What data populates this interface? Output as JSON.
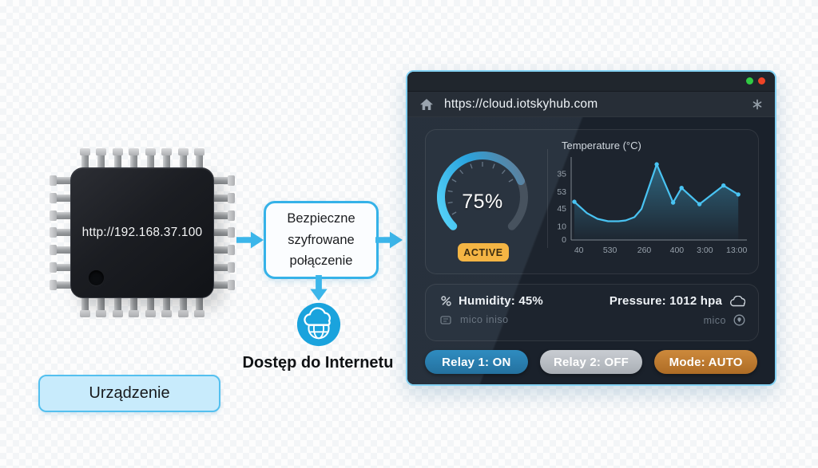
{
  "diagram": {
    "device": {
      "url": "http://192.168.37.100",
      "label": "Urządzenie"
    },
    "connection_box": {
      "lines": [
        "Bezpieczne",
        "szyfrowane",
        "połączenie"
      ]
    },
    "internet": {
      "label": "Dostęp do Internetu"
    },
    "arrow_color": "#3cb6ea"
  },
  "browser": {
    "url": "https://cloud.iotskyhub.com",
    "window_controls": {
      "green": "#31cb44",
      "red": "#ee4426"
    },
    "icons": {
      "address_bar_left": "home-icon",
      "address_bar_right": "asterisk-icon",
      "humidity": "percent-icon",
      "humidity_sub": "memory-card-icon",
      "pressure": "cloud-icon",
      "pressure_sub": "location-pin-icon",
      "internet": "cloud-globe-icon"
    },
    "dashboard": {
      "gauge": {
        "value_label": "75%",
        "percent": 75,
        "status_label": "ACTIVE",
        "status_color": "#f4b544",
        "arc_color": "#35b2e8"
      },
      "sensors": {
        "humidity_label": "Humidity: 45%",
        "humidity_sub": "mico iniso",
        "pressure_label": "Pressure: 1012 hpa",
        "pressure_sub": "mico"
      },
      "buttons": [
        {
          "label": "Relay 1: ON",
          "color": "#24719f",
          "color_light": "#2f8cc0"
        },
        {
          "label": "Relay 2: OFF",
          "color": "#a9aeb5",
          "color_light": "#c9cdd2"
        },
        {
          "label": "Mode: AUTO",
          "color": "#ad6c25",
          "color_light": "#cd8a3c"
        }
      ]
    }
  },
  "chart_data": {
    "type": "line",
    "title": "Temperature (°C)",
    "xlabel": "",
    "ylabel": "",
    "grid": false,
    "legend": false,
    "ylim": [
      0,
      100
    ],
    "line_color": "#49c3f2",
    "area_top_color": "rgba(73,195,242,0.40)",
    "area_bottom_color": "rgba(73,195,242,0.02)",
    "axis_color": "#7d868f",
    "y_ticks": [
      {
        "label": "35",
        "pos": 0.19
      },
      {
        "label": "53",
        "pos": 0.41
      },
      {
        "label": "45",
        "pos": 0.62
      },
      {
        "label": "10",
        "pos": 0.84
      },
      {
        "label": "0",
        "pos": 1.0
      }
    ],
    "x_ticks": [
      {
        "label": "40",
        "pos": 0.044
      },
      {
        "label": "530",
        "pos": 0.221
      },
      {
        "label": "260",
        "pos": 0.416
      },
      {
        "label": "400",
        "pos": 0.602
      },
      {
        "label": "3:00",
        "pos": 0.761
      },
      {
        "label": "13:00",
        "pos": 0.942
      }
    ],
    "points": [
      {
        "x": 0.018,
        "v": 47,
        "dot": true
      },
      {
        "x": 0.09,
        "v": 33,
        "dot": false
      },
      {
        "x": 0.15,
        "v": 26,
        "dot": false
      },
      {
        "x": 0.21,
        "v": 23,
        "dot": false
      },
      {
        "x": 0.27,
        "v": 23,
        "dot": false
      },
      {
        "x": 0.31,
        "v": 24,
        "dot": false
      },
      {
        "x": 0.36,
        "v": 28,
        "dot": false
      },
      {
        "x": 0.4,
        "v": 38,
        "dot": false
      },
      {
        "x": 0.487,
        "v": 93,
        "dot": true
      },
      {
        "x": 0.58,
        "v": 46,
        "dot": true
      },
      {
        "x": 0.628,
        "v": 64,
        "dot": true
      },
      {
        "x": 0.73,
        "v": 44,
        "dot": true
      },
      {
        "x": 0.867,
        "v": 67,
        "dot": true
      },
      {
        "x": 0.951,
        "v": 56,
        "dot": true
      }
    ]
  }
}
